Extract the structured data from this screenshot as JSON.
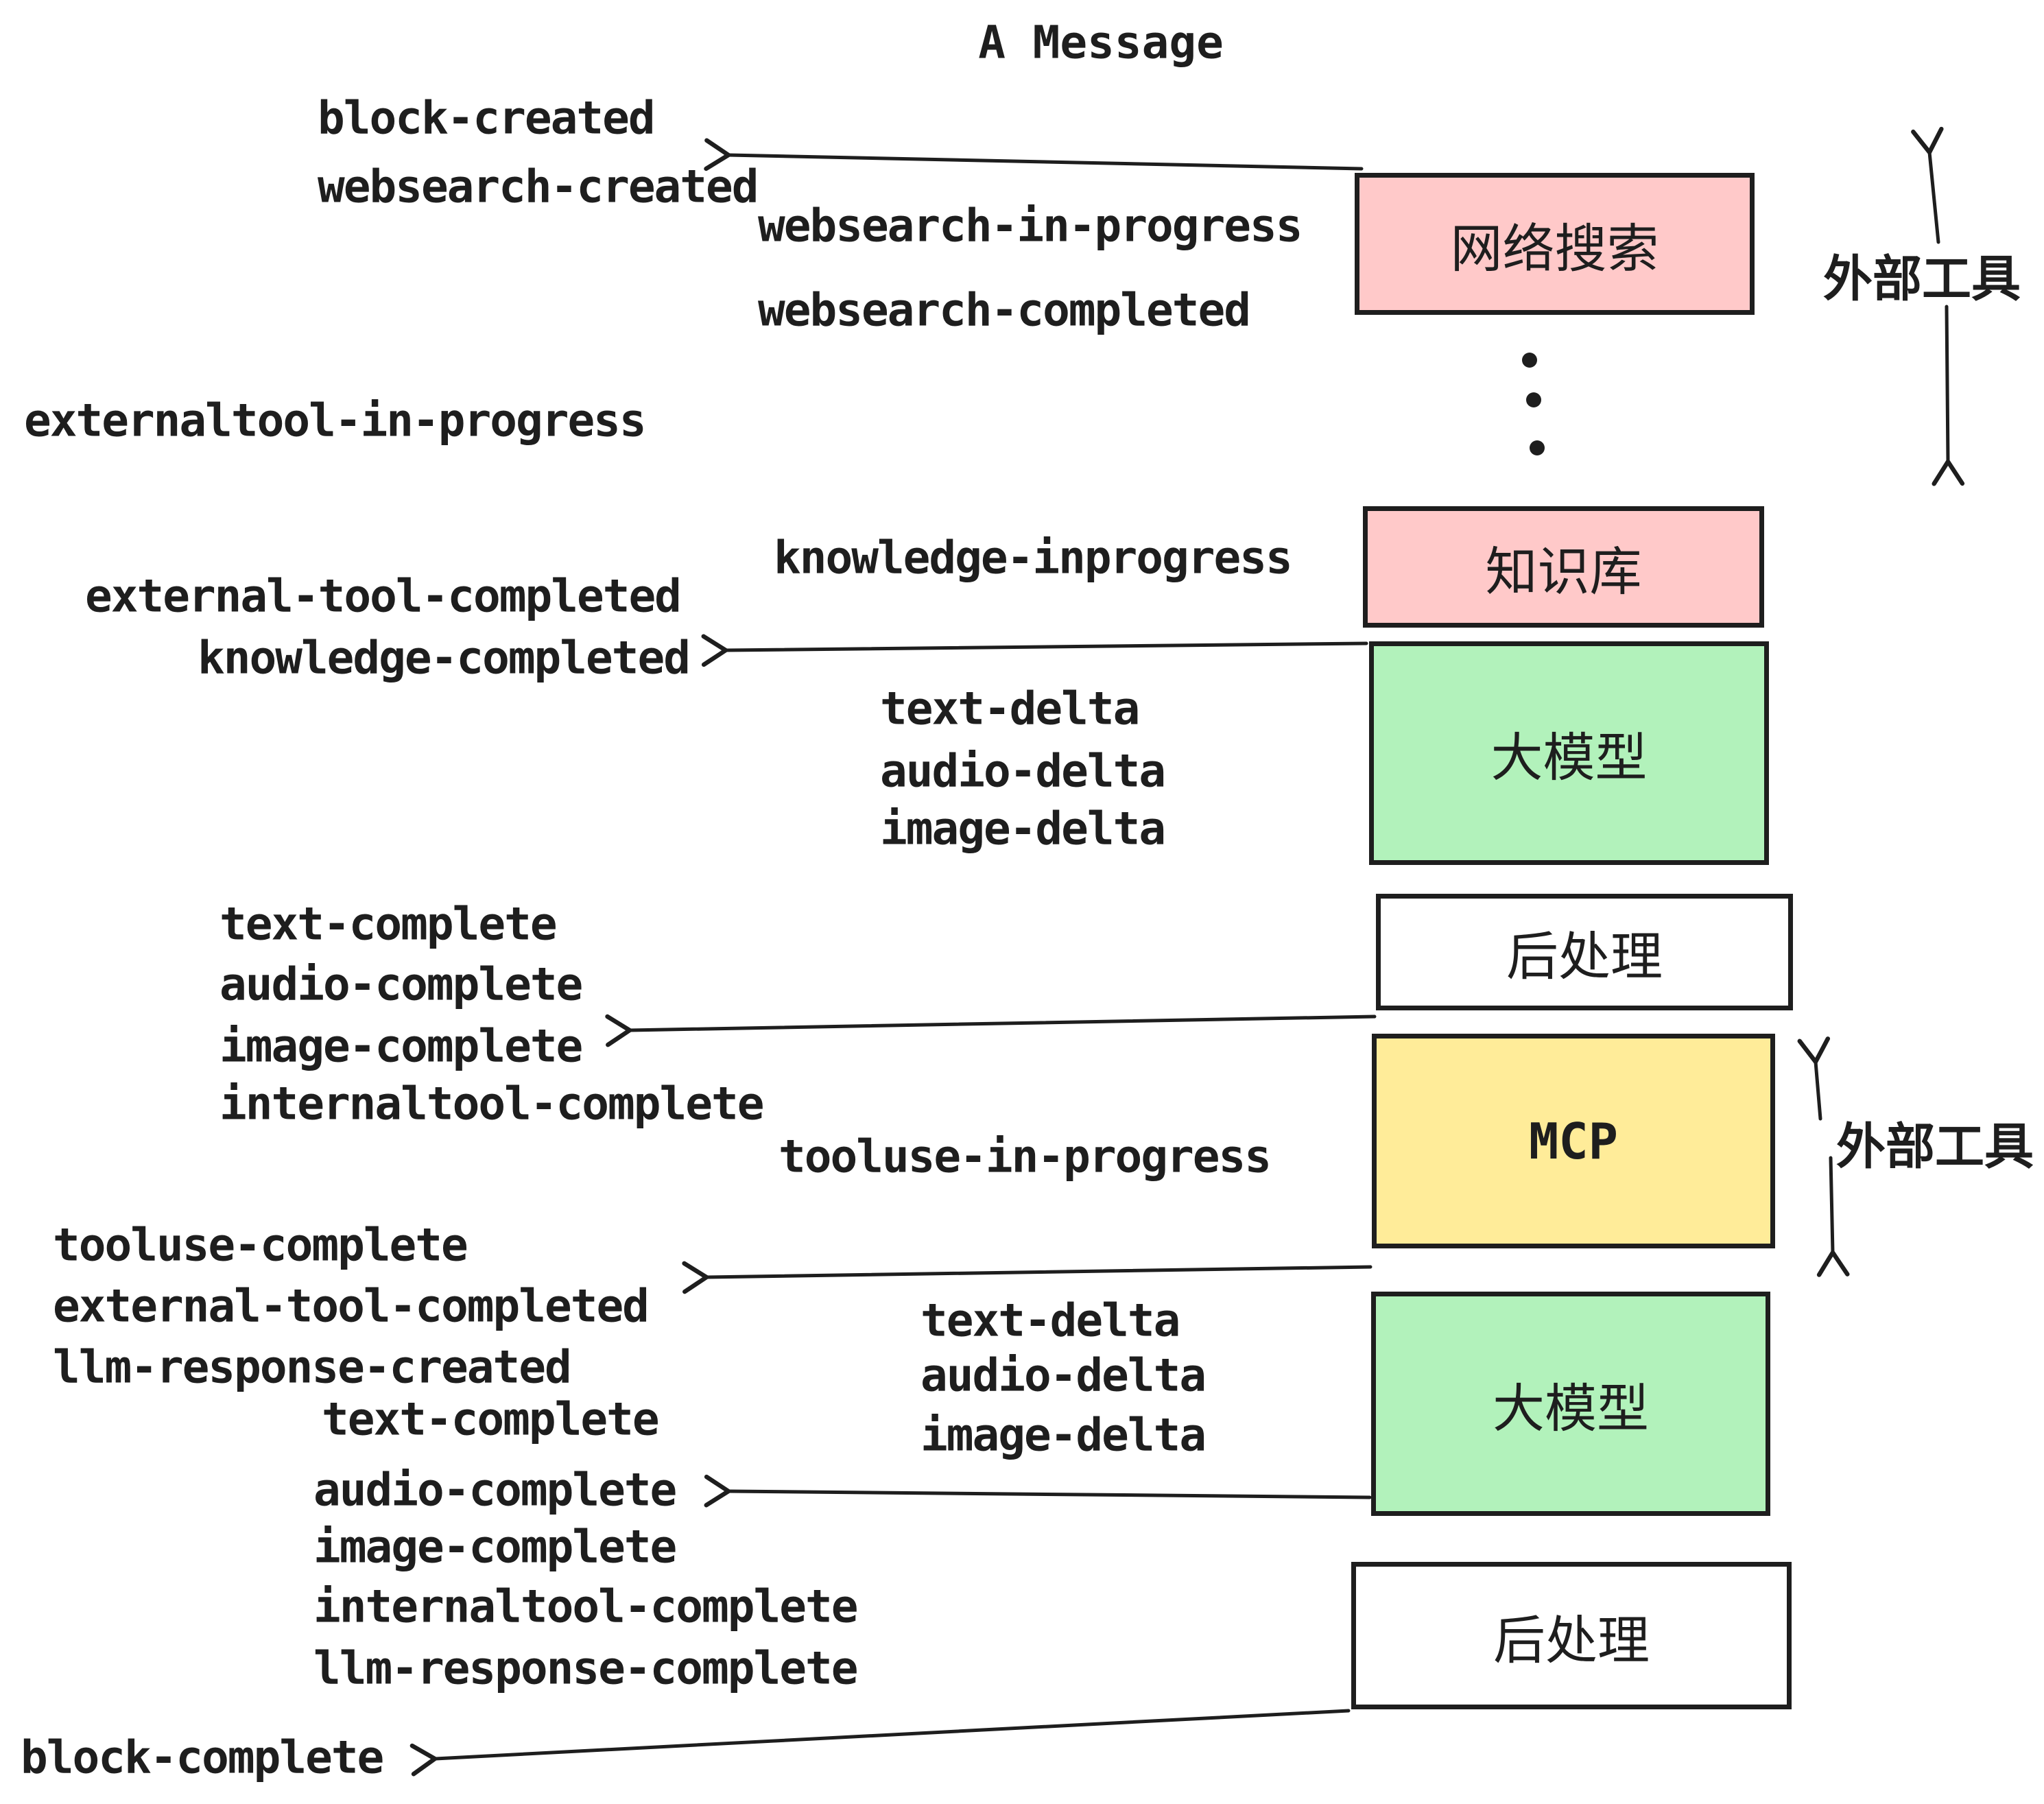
{
  "title": "A Message",
  "colors": {
    "pink": "#ffc9c9",
    "green": "#b2f2bb",
    "yellow": "#ffec99",
    "white": "#ffffff",
    "ink": "#1e1e1e"
  },
  "boxes": [
    {
      "id": "websearch",
      "label": "网络搜索"
    },
    {
      "id": "knowledge",
      "label": "知识库"
    },
    {
      "id": "llm-1",
      "label": "大模型"
    },
    {
      "id": "postprocess-1",
      "label": "后处理"
    },
    {
      "id": "mcp",
      "label": "MCP"
    },
    {
      "id": "llm-2",
      "label": "大模型"
    },
    {
      "id": "postprocess-2",
      "label": "后处理"
    }
  ],
  "side_labels": [
    {
      "text": "外部工具"
    },
    {
      "text": "外部工具"
    }
  ],
  "events": [
    {
      "text": "block-created"
    },
    {
      "text": "websearch-created"
    },
    {
      "text": "websearch-in-progress"
    },
    {
      "text": "websearch-completed"
    },
    {
      "text": "externaltool-in-progress"
    },
    {
      "text": "knowledge-inprogress"
    },
    {
      "text": "external-tool-completed"
    },
    {
      "text": "knowledge-completed"
    },
    {
      "text": "text-delta"
    },
    {
      "text": "audio-delta"
    },
    {
      "text": "image-delta"
    },
    {
      "text": "text-complete"
    },
    {
      "text": "audio-complete"
    },
    {
      "text": "image-complete"
    },
    {
      "text": "internaltool-complete"
    },
    {
      "text": "tooluse-in-progress"
    },
    {
      "text": "tooluse-complete"
    },
    {
      "text": "external-tool-completed"
    },
    {
      "text": "llm-response-created"
    },
    {
      "text": "text-complete"
    },
    {
      "text": "audio-complete"
    },
    {
      "text": "image-complete"
    },
    {
      "text": "internaltool-complete"
    },
    {
      "text": "llm-response-complete"
    },
    {
      "text": "text-delta"
    },
    {
      "text": "audio-delta"
    },
    {
      "text": "image-delta"
    },
    {
      "text": "block-complete"
    }
  ]
}
